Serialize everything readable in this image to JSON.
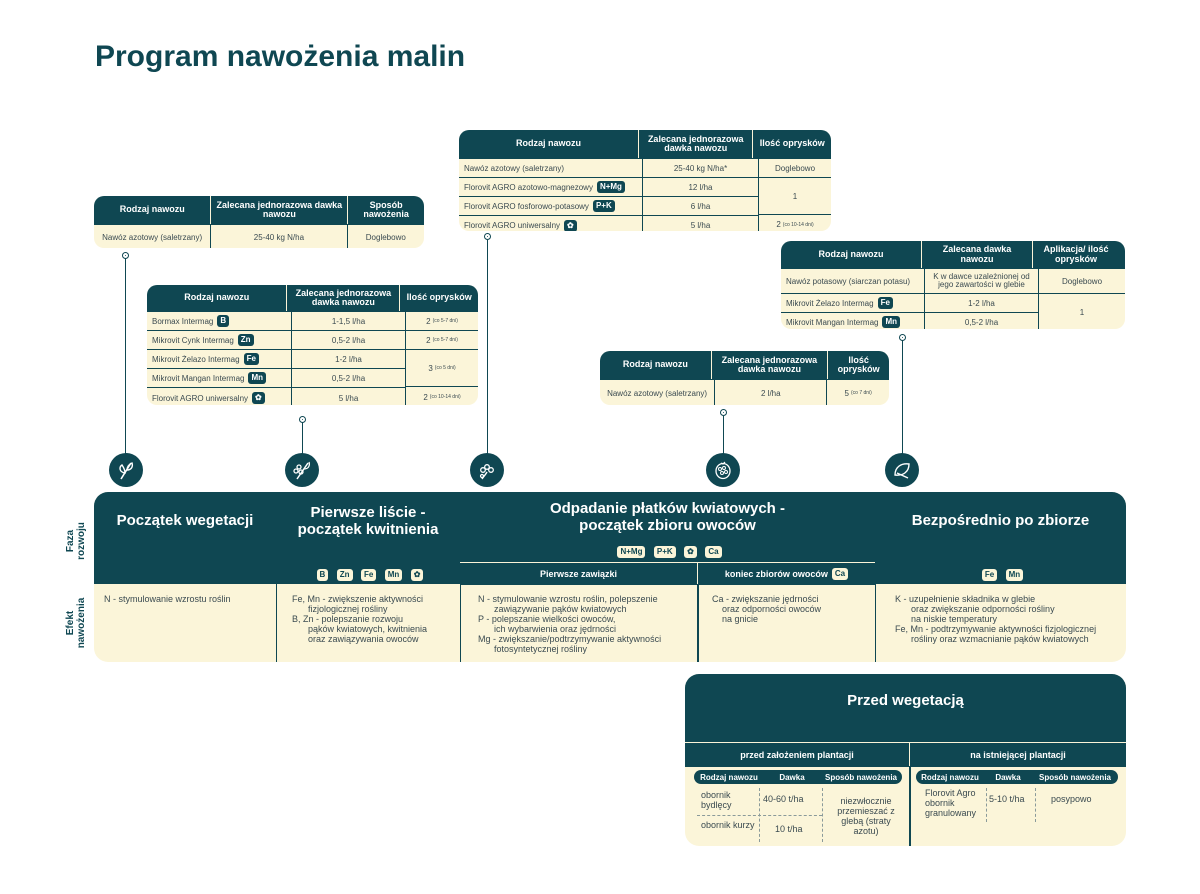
{
  "title": "Program nawożenia malin",
  "side_labels": {
    "phase": "Faza rozwoju",
    "effect": "Efekt nawożenia"
  },
  "table1": {
    "headers": [
      "Rodzaj nawozu",
      "Zalecana jednorazowa dawka nawozu",
      "Sposób nawożenia"
    ],
    "rows": [
      [
        "Nawóz azotowy (saletrzany)",
        "25-40 kg N/ha",
        "Doglebowo"
      ]
    ]
  },
  "table2": {
    "headers": [
      "Rodzaj nawozu",
      "Zalecana jednorazowa dawka nawozu",
      "Ilość oprysków"
    ],
    "rows": [
      {
        "name": "Bormax Intermag",
        "badge": "B",
        "dose": "1-1,5 l/ha",
        "count": "2",
        "note": "(co 5-7 dni)"
      },
      {
        "name": "Mikrovit Cynk Intermag",
        "badge": "Zn",
        "dose": "0,5-2 l/ha",
        "count": "2",
        "note": "(co 5-7 dni)"
      },
      {
        "name": "Mikrovit Żelazo Intermag",
        "badge": "Fe",
        "dose": "1-2 l/ha"
      },
      {
        "name": "Mikrovit Mangan Intermag",
        "badge": "Mn",
        "dose": "0,5-2 l/ha"
      },
      {
        "name": "Florovit AGRO uniwersalny",
        "badge": "leaf-icon",
        "dose": "5 l/ha",
        "count": "2",
        "note": "(co 10-14 dni)"
      }
    ],
    "merged_count": "3",
    "merged_note": "(co 5 dni)"
  },
  "table3": {
    "headers": [
      "Rodzaj nawozu",
      "Zalecana jednorazowa dawka nawozu",
      "Ilość oprysków"
    ],
    "rows": [
      {
        "name": "Nawóz azotowy (saletrzany)",
        "dose": "25-40 kg N/ha*",
        "count": "Doglebowo"
      },
      {
        "name": "Florovit AGRO azotowo-magnezowy",
        "badge": "N+Mg",
        "dose": "12 l/ha"
      },
      {
        "name": "Florovit AGRO fosforowo-potasowy",
        "badge": "P+K",
        "dose": "6 l/ha"
      },
      {
        "name": "Florovit AGRO uniwersalny",
        "badge": "leaf-icon",
        "dose": "5 l/ha",
        "count": "2",
        "note": "(co 10-14 dni)"
      }
    ],
    "merged_count": "1"
  },
  "table4": {
    "headers": [
      "Rodzaj nawozu",
      "Zalecana jednorazowa dawka nawozu",
      "Ilość oprysków"
    ],
    "rows": [
      {
        "name": "Nawóz azotowy (saletrzany)",
        "dose": "2 l/ha",
        "count": "5",
        "note": "(co 7 dni)"
      }
    ]
  },
  "table5": {
    "headers": [
      "Rodzaj nawozu",
      "Zalecana dawka nawozu",
      "Aplikacja/ ilość oprysków"
    ],
    "rows": [
      {
        "name": "Nawóz potasowy (siarczan potasu)",
        "dose": "K w dawce uzależnionej od jego zawartości w glebie",
        "count": "Doglebowo"
      },
      {
        "name": "Mikrovit Żelazo Intermag",
        "badge": "Fe",
        "dose": "1-2 l/ha"
      },
      {
        "name": "Mikrovit Mangan Intermag",
        "badge": "Mn",
        "dose": "0,5-2 l/ha"
      }
    ],
    "merged_count": "1"
  },
  "phases": [
    {
      "title": "Początek wegetacji",
      "icon": "sprout-icon",
      "badges": [],
      "effect": [
        [
          "N - stymulowanie wzrostu roślin"
        ]
      ]
    },
    {
      "title": "Pierwsze liście - początek kwitnienia",
      "icon": "leaf-flower-icon",
      "badges": [
        "B",
        "Zn",
        "Fe",
        "Mn",
        "leaf-icon"
      ],
      "effect": [
        [
          "Fe, Mn - zwiększenie aktywności",
          "fizjologicznej rośliny"
        ],
        [
          "B, Zn - polepszanie rozwoju",
          "pąków kwiatowych, kwitnienia",
          "oraz zawiązywania owoców"
        ]
      ]
    },
    {
      "title": "Odpadanie płatków kwiatowych - początek zbioru owoców",
      "icon": "flower-icon",
      "badges": [
        "N+Mg",
        "P+K",
        "leaf-icon",
        "Ca"
      ],
      "sub": [
        "Pierwsze zawiązki",
        "koniec zbiorów owoców"
      ],
      "sub_badge": "Ca",
      "effect_a": [
        [
          "N - stymulowanie wzrostu roślin, polepszenie",
          "zawiązywanie pąków kwiatowych"
        ],
        [
          "P - polepszanie wielkości owoców,",
          "ich wybarwienia oraz jędrności"
        ],
        [
          "Mg - zwiększanie/podtrzymywanie aktywności",
          "fotosyntetycznej rośliny"
        ]
      ],
      "effect_b": [
        [
          "Ca - zwiększanie jędrności",
          "oraz odporności owoców",
          "na gnicie"
        ]
      ]
    },
    {
      "title": "Bezpośrednio po zbiorze",
      "icon": "harvest-leaf-icon",
      "badges": [
        "Fe",
        "Mn"
      ],
      "effect": [
        [
          "K - uzupełnienie składnika w glebie",
          "oraz zwiększanie odporności rośliny",
          "na niskie temperatury"
        ],
        [
          "Fe, Mn - podtrzymywanie aktywności fizjologicznej",
          "rośliny oraz wzmacnianie pąków kwiatowych"
        ]
      ]
    }
  ],
  "pre_vegetation": {
    "title": "Przed wegetacją",
    "sub": [
      "przed założeniem plantacji",
      "na istniejącej plantacji"
    ],
    "headers": [
      "Rodzaj nawozu",
      "Dawka",
      "Sposób nawożenia"
    ],
    "left": {
      "rows": [
        {
          "name": "obornik bydlęcy",
          "dose": "40-60 t/ha"
        },
        {
          "name": "obornik kurzy",
          "dose": "10 t/ha"
        }
      ],
      "method": "niezwłocznie przemieszać z glebą (straty azotu)"
    },
    "right": {
      "name": "Florovit Agro obornik granulowany",
      "dose": "5-10 t/ha",
      "method": "posypowo"
    }
  }
}
